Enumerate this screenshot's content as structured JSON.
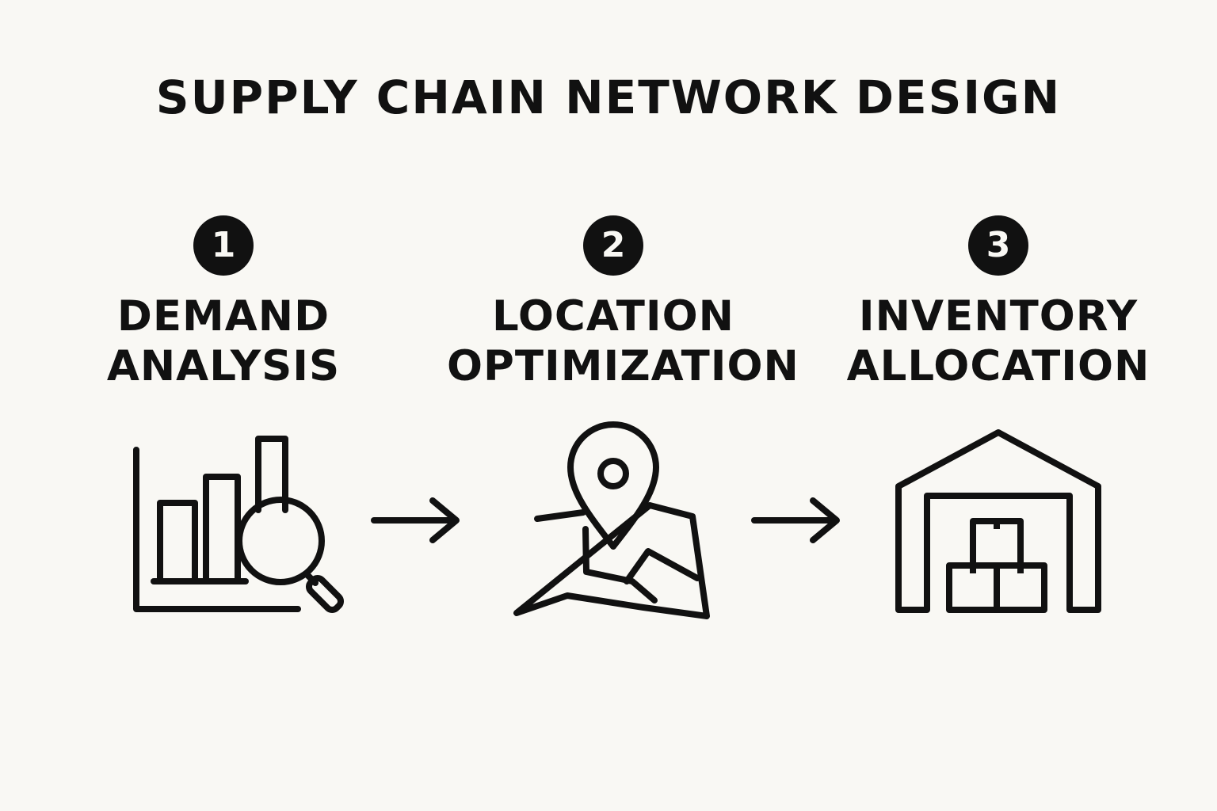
{
  "title": "SUPPLY CHAIN NETWORK DESIGN",
  "steps": [
    {
      "number": "1",
      "label_line1": "DEMAND",
      "label_line2": "ANALYSIS",
      "icon": "bar-chart-magnifier-icon"
    },
    {
      "number": "2",
      "label_line1": "LOCATION",
      "label_line2": "OPTIMIZATION",
      "icon": "map-pin-icon"
    },
    {
      "number": "3",
      "label_line1": "INVENTORY",
      "label_line2": "ALLOCATION",
      "icon": "warehouse-boxes-icon"
    }
  ],
  "connectors": [
    "arrow-right-icon",
    "arrow-right-icon"
  ],
  "colors": {
    "background": "#f9f8f4",
    "ink": "#111111"
  }
}
